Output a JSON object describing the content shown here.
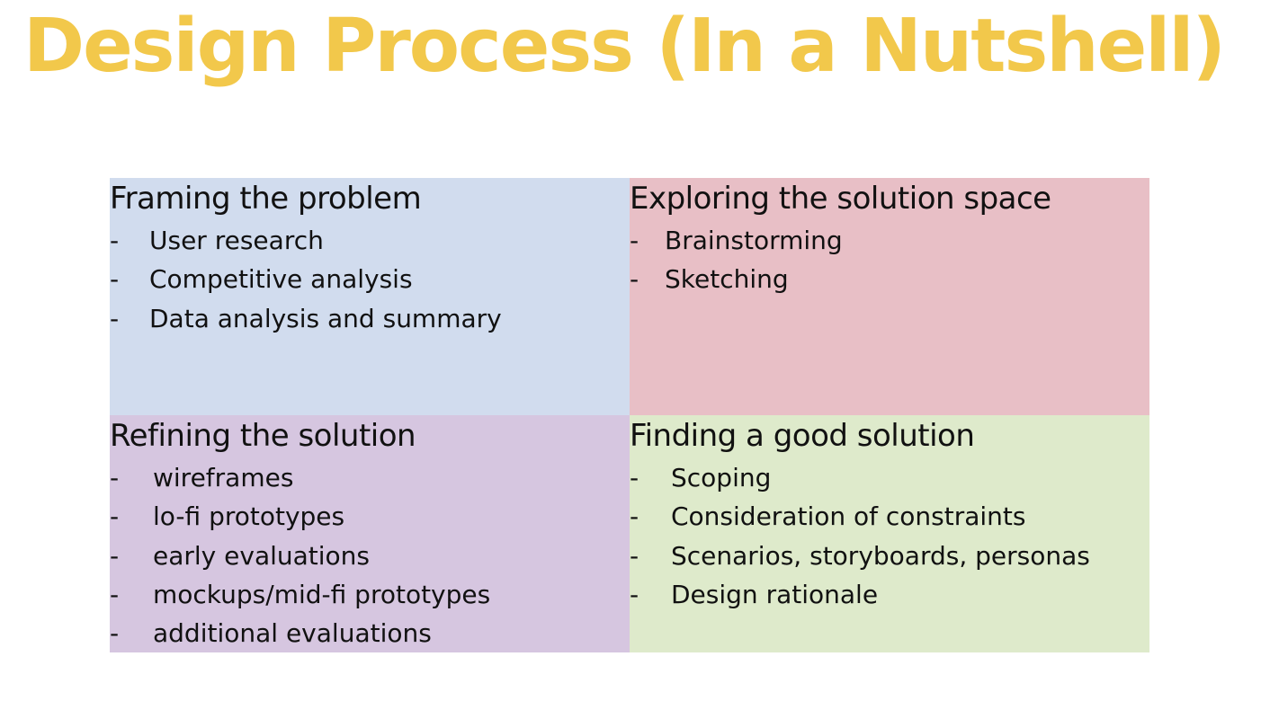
{
  "slide": {
    "title": "Design Process (In a Nutshell)"
  },
  "quadrants": [
    {
      "heading": "Framing the problem",
      "color": "#d1dcee",
      "items": [
        "User research",
        "Competitive analysis",
        "Data analysis and summary"
      ]
    },
    {
      "heading": "Exploring the solution space",
      "color": "#e8bfc6",
      "items": [
        "Brainstorming",
        "Sketching"
      ]
    },
    {
      "heading": "Refining the solution",
      "color": "#d6c6e0",
      "items": [
        "wireframes",
        "lo-fi prototypes",
        "early evaluations",
        "mockups/mid-fi prototypes",
        "additional evaluations"
      ]
    },
    {
      "heading": "Finding a good solution",
      "color": "#deeacb",
      "items": [
        "Scoping",
        "Consideration of constraints",
        "Scenarios, storyboards, personas",
        "Design rationale"
      ]
    }
  ],
  "bullet_marker": "-",
  "colors": {
    "title": "#f2c84b",
    "text": "#111111"
  }
}
